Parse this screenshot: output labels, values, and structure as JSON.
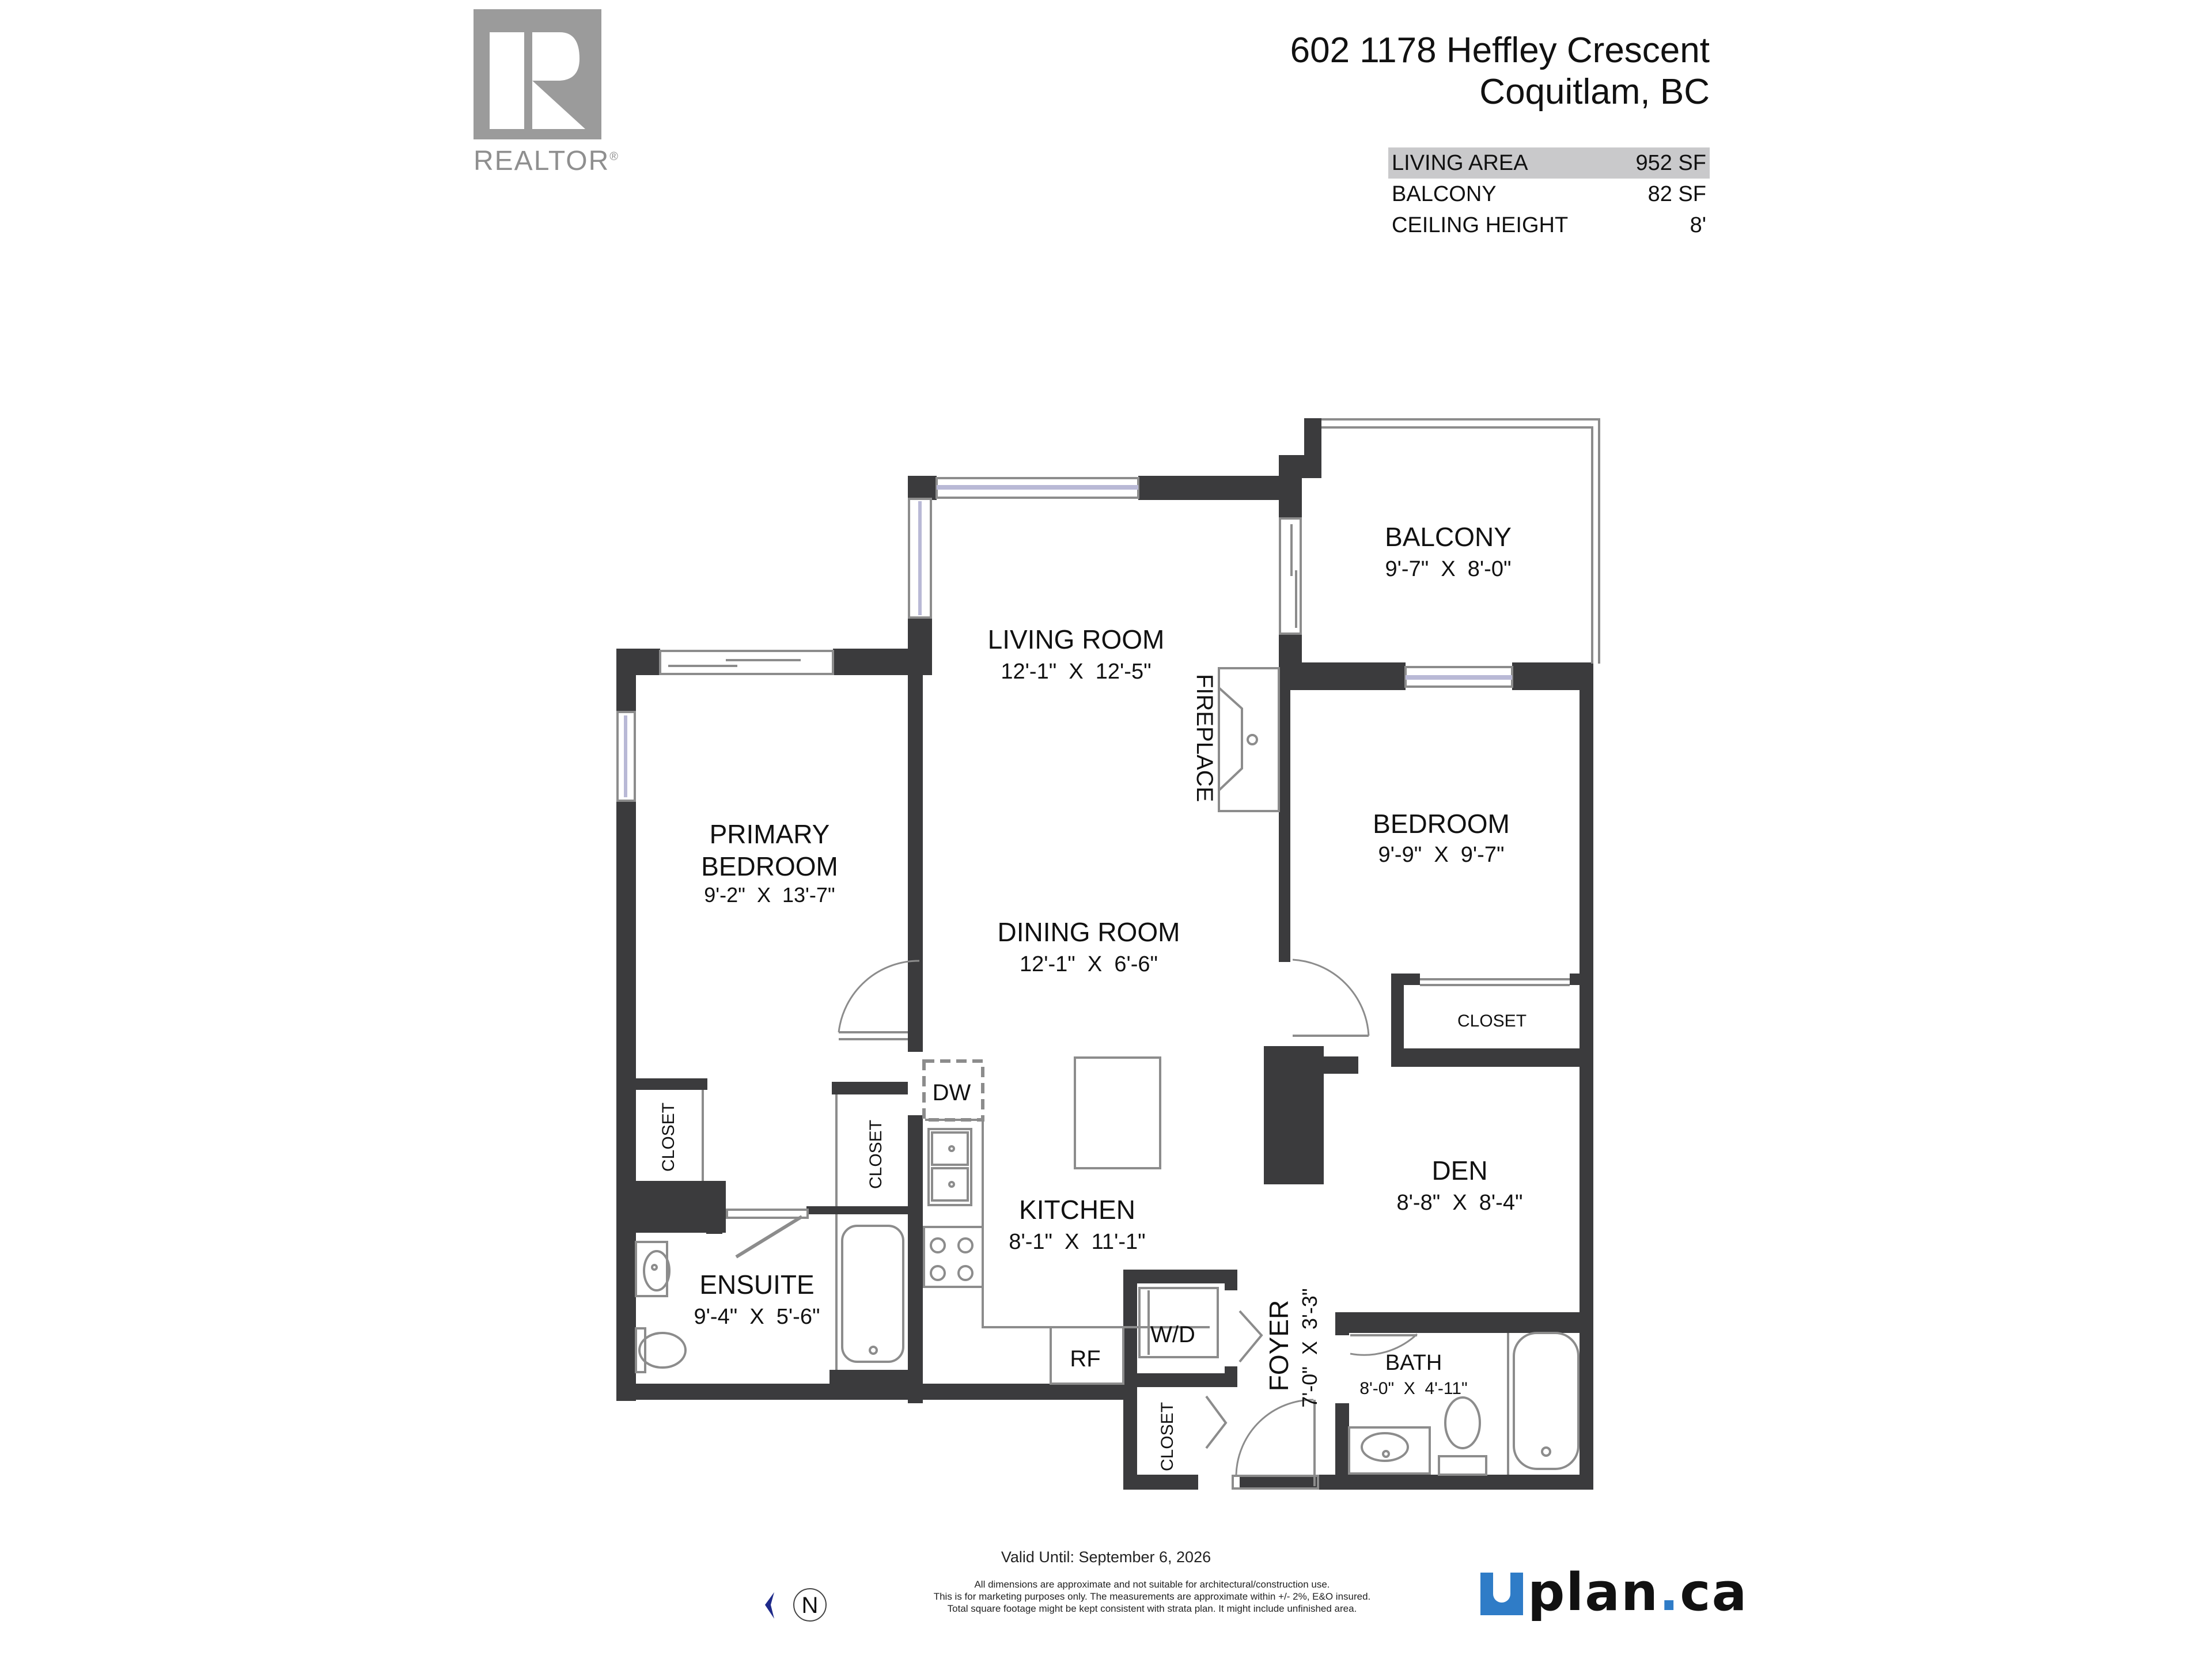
{
  "branding": {
    "realtor_logo_letter": "R",
    "realtor_wordmark": "REALTOR",
    "realtor_reg": "®",
    "uplan_logo": {
      "u": "U",
      "text_before_dot": "plan",
      "dot": ".",
      "text_after_dot": "ca",
      "accent": "#2f7cc7"
    }
  },
  "header": {
    "address_line1": "602 1178 Heffley Crescent",
    "address_line2": "Coquitlam, BC"
  },
  "area_summary": [
    {
      "label": "LIVING AREA",
      "value": "952 SF",
      "highlighted": true
    },
    {
      "label": "BALCONY",
      "value": "82 SF",
      "highlighted": false
    },
    {
      "label": "CEILING HEIGHT",
      "value": "8'",
      "highlighted": false
    }
  ],
  "rooms": {
    "balcony": {
      "name": "BALCONY",
      "dims": "9'-7\"  X  8'-0\""
    },
    "living": {
      "name": "LIVING ROOM",
      "dims": "12'-1\"  X  12'-5\""
    },
    "fireplace": {
      "name": "FIREPLACE"
    },
    "primary": {
      "name_line1": "PRIMARY",
      "name_line2": "BEDROOM",
      "dims": "9'-2\"  X  13'-7\""
    },
    "dining": {
      "name": "DINING ROOM",
      "dims": "12'-1\"  X  6'-6\""
    },
    "bedroom": {
      "name": "BEDROOM",
      "dims": "9'-9\"  X  9'-7\""
    },
    "bedroom_closet": {
      "name": "CLOSET"
    },
    "den": {
      "name": "DEN",
      "dims": "8'-8\"  X  8'-4\""
    },
    "kitchen": {
      "name": "KITCHEN",
      "dims": "8'-1\"  X  11'-1\""
    },
    "ensuite": {
      "name": "ENSUITE",
      "dims": "9'-4\"  X  5'-6\""
    },
    "primary_closet_left": {
      "name": "CLOSET"
    },
    "primary_closet_right": {
      "name": "CLOSET"
    },
    "foyer": {
      "name": "FOYER",
      "dims": "7'-0\"  X  3'-3\""
    },
    "foyer_closet": {
      "name": "CLOSET"
    },
    "bath": {
      "name": "BATH",
      "dims": "8'-0\"  X  4'-11\""
    }
  },
  "appliances": {
    "dishwasher": "DW",
    "fridge": "RF",
    "washer_dryer": "W/D"
  },
  "footer": {
    "valid_until": "Valid Until: September 6, 2026",
    "disclaimer_line1": "All dimensions are approximate and not suitable for architectural/construction use.",
    "disclaimer_line2": "This is for marketing purposes only. The measurements are approximate within +/- 2%, E&O insured.",
    "disclaimer_line3": "Total square footage might be kept consistent with strata plan. It might include unfinished area.",
    "compass_label": "N",
    "compass_color": "#1f2a8a"
  },
  "colors": {
    "wall": "#3b3b3d",
    "line": "#8c8c8c",
    "window_glass": "#b9b9d6"
  }
}
